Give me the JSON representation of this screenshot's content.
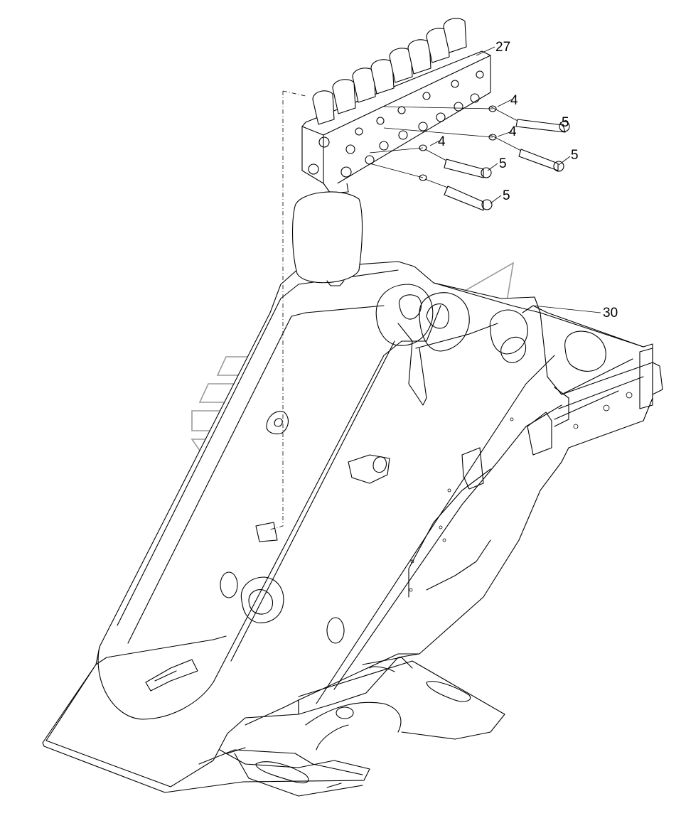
{
  "callouts": [
    {
      "id": "c27",
      "label": "27"
    },
    {
      "id": "c30",
      "label": "30"
    },
    {
      "id": "c4a",
      "label": "4"
    },
    {
      "id": "c4b",
      "label": "4"
    },
    {
      "id": "c4c",
      "label": "4"
    },
    {
      "id": "c5a",
      "label": "5"
    },
    {
      "id": "c5b",
      "label": "5"
    },
    {
      "id": "c5c",
      "label": "5"
    },
    {
      "id": "c5d",
      "label": "5"
    }
  ]
}
